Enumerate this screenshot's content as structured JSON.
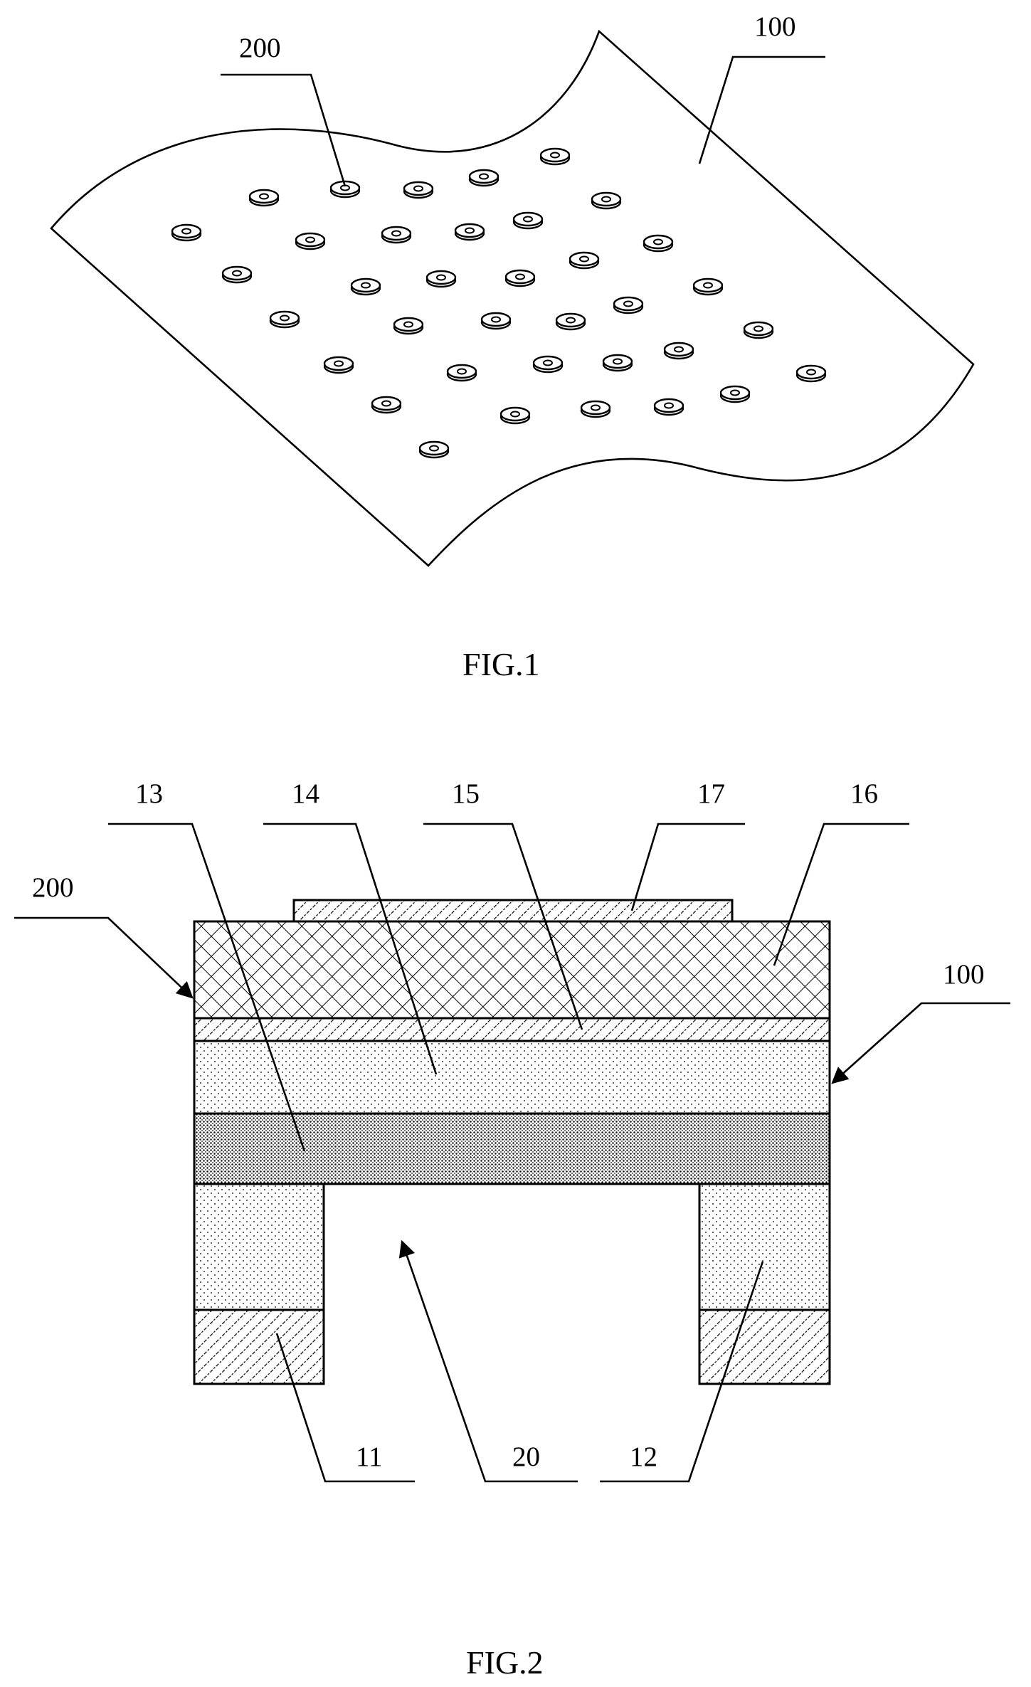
{
  "figure1": {
    "caption": "FIG.1",
    "labels": {
      "sheet": "100",
      "device": "200"
    }
  },
  "figure2": {
    "caption": "FIG.2",
    "labels": {
      "l13": "13",
      "l14": "14",
      "l15": "15",
      "l17": "17",
      "l16": "16",
      "l200": "200",
      "l100": "100",
      "l11": "11",
      "l20": "20",
      "l12": "12"
    }
  }
}
